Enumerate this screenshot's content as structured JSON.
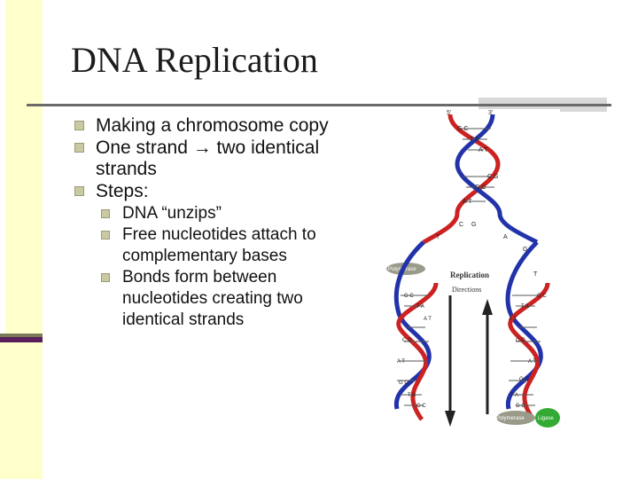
{
  "slide": {
    "title": "DNA Replication",
    "bullets": [
      {
        "level": 1,
        "text": "Making a chromosome copy"
      },
      {
        "level": 1,
        "text": "One strand → two identical strands"
      },
      {
        "level": 1,
        "text": "Steps:"
      },
      {
        "level": 2,
        "text": "DNA “unzips”"
      },
      {
        "level": 2,
        "text": "Free nucleotides attach to complementary bases"
      },
      {
        "level": 2,
        "text": "Bonds form between nucleotides creating two identical strands"
      }
    ]
  },
  "diagram": {
    "end_label_left": "5'",
    "end_label_right": "3'",
    "heading_line1": "Replication",
    "heading_line2": "Directions",
    "enzyme_top": "Polymerase",
    "enzyme_bottom_left": "Polymerase",
    "enzyme_bottom_right": "Ligase",
    "pairs_top": [
      "G C",
      "T A",
      "A T",
      "C G",
      "G C",
      "A T"
    ],
    "unpaired_left": [
      "T",
      "C",
      "G"
    ],
    "unpaired_right": [
      "G",
      "A",
      "T"
    ],
    "pairs_left": [
      "G C",
      "T A",
      "A T",
      "C G",
      "A T",
      "G C",
      "T A",
      "G C"
    ],
    "pairs_right": [
      "G C",
      "T A",
      "A T",
      "C G",
      "A T",
      "G C",
      "T A",
      "G C"
    ],
    "colors": {
      "strand_red": "#cc2222",
      "strand_blue": "#2233aa",
      "enzyme_gray": "#9a9a8a",
      "ligase_green": "#33aa33"
    }
  }
}
